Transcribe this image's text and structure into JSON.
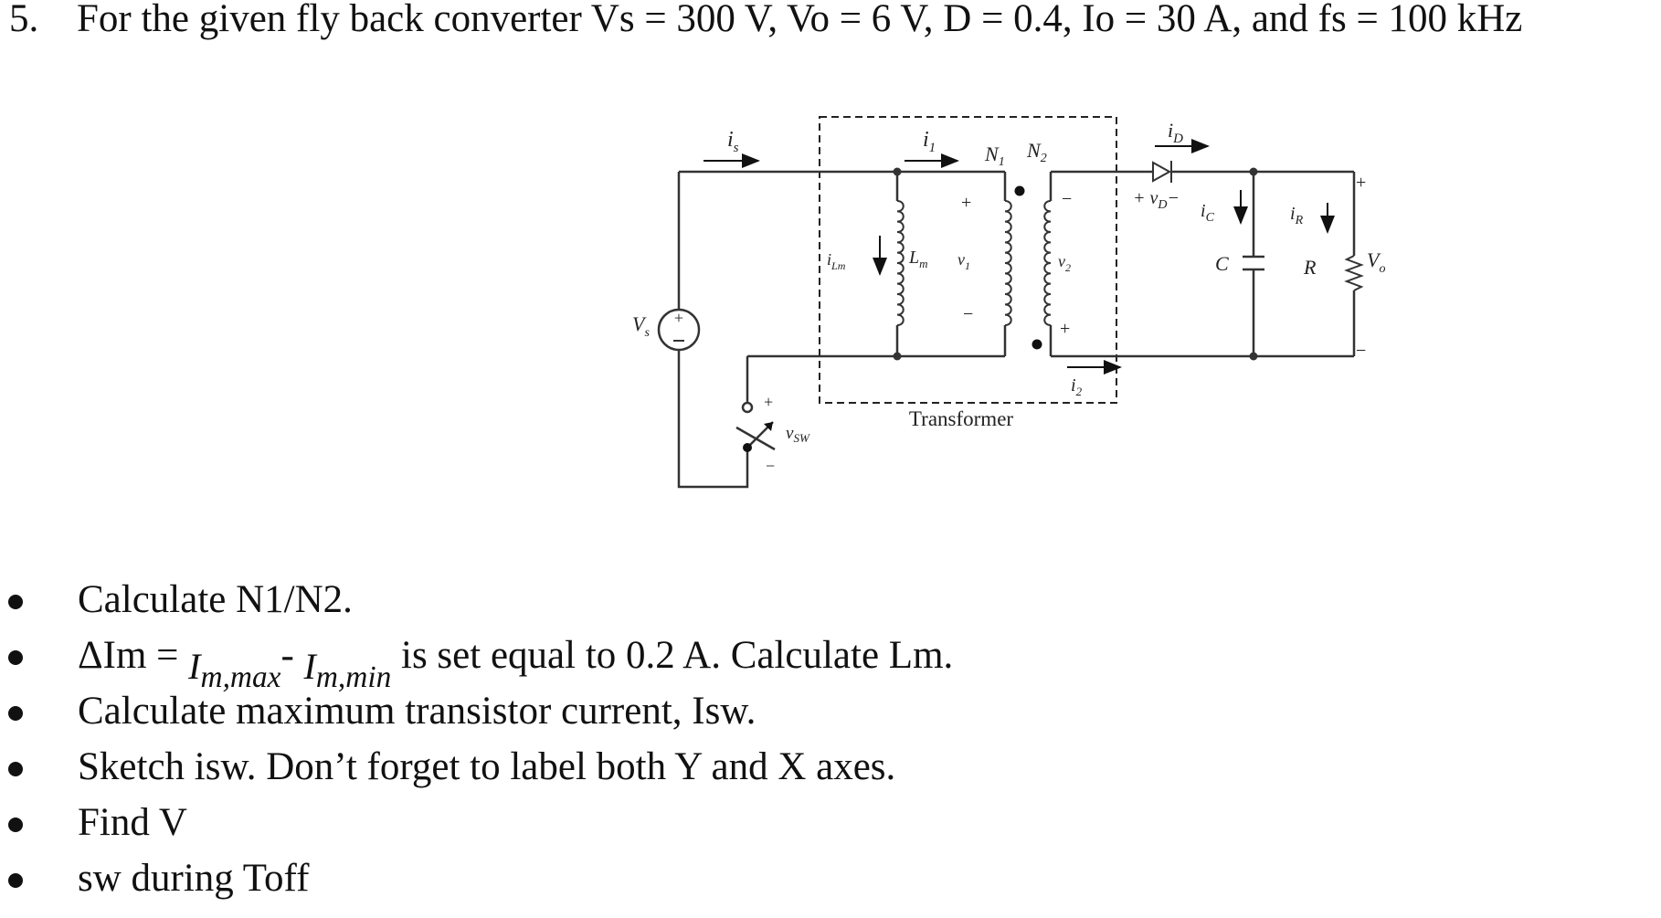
{
  "question": {
    "number": "5.",
    "text": "For the given fly back converter Vs = 300 V, Vo = 6 V, D = 0.4, Io = 30 A, and fs = 100 kHz"
  },
  "circuit_labels": {
    "is": "i",
    "is_sub": "s",
    "i1": "i",
    "i1_sub": "1",
    "N1": "N",
    "N1_sub": "1",
    "N2": "N",
    "N2_sub": "2",
    "iD": "i",
    "iD_sub": "D",
    "vD": "+ v",
    "vD_sub": "D",
    "vD_minus": "−",
    "iC": "i",
    "iC_sub": "C",
    "iR": "i",
    "iR_sub": "R",
    "iLm": "i",
    "iLm_sub": "Lm",
    "Lm": "L",
    "Lm_sub": "m",
    "v1": "v",
    "v1_sub": "1",
    "v2": "v",
    "v2_sub": "2",
    "i2": "i",
    "i2_sub": "2",
    "C": "C",
    "R": "R",
    "Vo": "V",
    "Vo_sub": "o",
    "Vs": "V",
    "Vs_sub": "s",
    "vsw": "v",
    "vsw_sub": "SW",
    "plus": "+",
    "minus": "−",
    "transformer": "Transformer"
  },
  "bullets": [
    {
      "text": "Calculate N1/N2."
    },
    {
      "pre": "ΔIm = ",
      "im_max": "I",
      "im_max_sub": "m,max",
      "mid": "- ",
      "im_min": "I",
      "im_min_sub": "m,min",
      "post": " is set equal to 0.2 A. Calculate Lm."
    },
    {
      "text": "Calculate maximum transistor current, Isw."
    },
    {
      "text": "Sketch isw. Don’t forget to label both Y and X axes."
    },
    {
      "text": "Find V"
    },
    {
      "text": "sw during Toff"
    }
  ]
}
